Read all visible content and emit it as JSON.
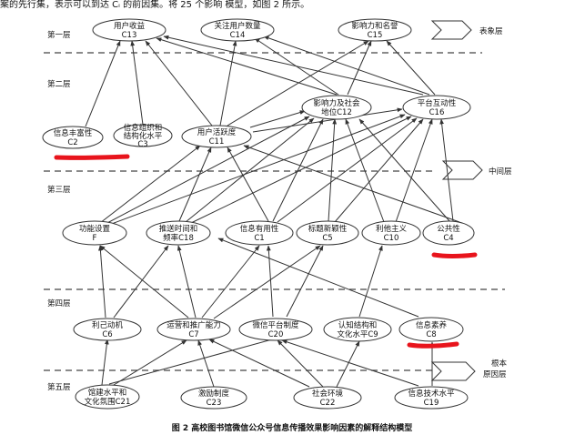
{
  "top_text": "案的先行集，表示可以到达 Cᵢ 的前因集。将 25 个影响        模型，如图 2 所示。",
  "levels": [
    "第一层",
    "第二层",
    "第三层",
    "第四层",
    "第五层"
  ],
  "side_labels": {
    "surface": "表象层",
    "middle": "中间层",
    "root_1": "根本",
    "root_2": "原因层"
  },
  "nodes": {
    "C13": {
      "name": "用户收益",
      "code": "C13"
    },
    "C14": {
      "name": "关注用户数量",
      "code": "C14"
    },
    "C15": {
      "name": "影响力和名誉",
      "code": "C15"
    },
    "C2": {
      "name": "信息丰富性",
      "code": "C2"
    },
    "C3": {
      "name_1": "信息组织和",
      "name_2": "结构化水平",
      "code": "C3"
    },
    "C11": {
      "name": "用户活跃度",
      "code": "C11"
    },
    "C12": {
      "name_1": "影响力及社会",
      "name_2": "地位",
      "code": "C12"
    },
    "C16": {
      "name": "平台互动性",
      "code": "C16"
    },
    "F": {
      "name": "功能设置",
      "code": "F"
    },
    "C18": {
      "name": "推送时间和",
      "code": "频率C18"
    },
    "C1": {
      "name": "信息有用性",
      "code": "C1"
    },
    "C5": {
      "name": "标题新颖性",
      "code": "C5"
    },
    "C10": {
      "name": "利他主义",
      "code": "C10"
    },
    "C4": {
      "name": "公共性",
      "code": "C4"
    },
    "C6": {
      "name": "利己动机",
      "code": "C6"
    },
    "C7": {
      "name": "运营和推广能力",
      "code": "C7"
    },
    "C20": {
      "name": "微信平台制度",
      "code": "C20"
    },
    "C9": {
      "name": "认知结构和",
      "code": "文化水平C9"
    },
    "C8": {
      "name": "信息素养",
      "code": "C8"
    },
    "C21": {
      "name": "馆建水平和",
      "code": "文化氛围C21"
    },
    "C23": {
      "name": "激励制度",
      "code": "C23"
    },
    "C22": {
      "name": "社会环境",
      "code": "C22"
    },
    "C19": {
      "name": "信息技术水平",
      "code": "C19"
    }
  },
  "caption": "图 2   高校图书馆微信公众号信息传播效果影响因素的解释结构模型"
}
